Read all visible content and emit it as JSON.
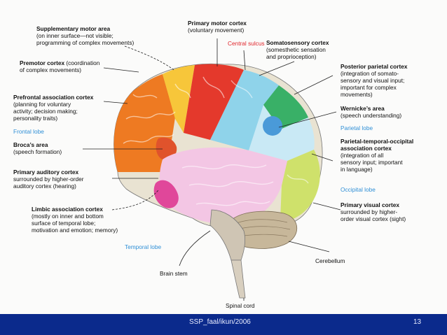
{
  "labels": {
    "supplementary": {
      "title": "Supplementary motor area",
      "lines": [
        "(on inner surface—not visible;",
        "programming of complex movements)"
      ]
    },
    "premotor": {
      "title": "Premotor cortex",
      "title_suffix": " (coordination",
      "lines": [
        "of complex movements)"
      ]
    },
    "prefrontal": {
      "title": "Prefrontal association cortex",
      "lines": [
        "(planning for voluntary",
        "activity; decision making;",
        "personality traits)"
      ]
    },
    "frontal_lobe": "Frontal lobe",
    "broca": {
      "title": "Broca’s area",
      "lines": [
        "(speech formation)"
      ]
    },
    "primary_auditory": {
      "title": "Primary auditory cortex",
      "lines": [
        "surrounded by higher-order",
        "auditory cortex (hearing)"
      ]
    },
    "limbic": {
      "title": "Limbic association cortex",
      "lines": [
        "(mostly on inner and bottom",
        "surface of temporal lobe;",
        "motivation and emotion; memory)"
      ]
    },
    "temporal_lobe": "Temporal lobe",
    "brain_stem": "Brain stem",
    "spinal_cord": "Spinal cord",
    "cerebellum": "Cerebellum",
    "primary_motor": {
      "title": "Primary motor cortex",
      "lines": [
        "(voluntary movement)"
      ]
    },
    "central_sulcus": [
      "Central",
      "sulcus"
    ],
    "somatosensory": {
      "title": "Somatosensory cortex",
      "lines": [
        "(somesthetic sensation",
        "and proprioception)"
      ]
    },
    "posterior_parietal": {
      "title": "Posterior parietal cortex",
      "lines": [
        "(integration of somato-",
        "sensory and visual input;",
        "important for complex",
        "movements)"
      ]
    },
    "wernicke": {
      "title": "Wernicke’s area",
      "lines": [
        "(speech understanding)"
      ]
    },
    "parietal_lobe": "Parietal lobe",
    "pto": {
      "title_lines": [
        "Parietal-temporal-occipital",
        "association cortex"
      ],
      "lines": [
        "(integration of all",
        "sensory input; important",
        "in language)"
      ]
    },
    "occipital_lobe": "Occipital lobe",
    "primary_visual": {
      "title": "Primary visual cortex",
      "lines": [
        "surrounded by higher-",
        "order visual cortex (sight)"
      ]
    }
  },
  "footer": {
    "source": "SSP_faal/ikun/2006",
    "page": "13"
  },
  "colors": {
    "orange": "#ee7a22",
    "yellow": "#f7c63a",
    "red": "#e4392c",
    "cyan": "#8fd3ea",
    "green": "#39b067",
    "pink": "#f3c6e4",
    "magenta": "#e0479a",
    "lime": "#cfe16b",
    "blue": "#2f8fd6",
    "footer_bg": "#0b2a8c"
  }
}
